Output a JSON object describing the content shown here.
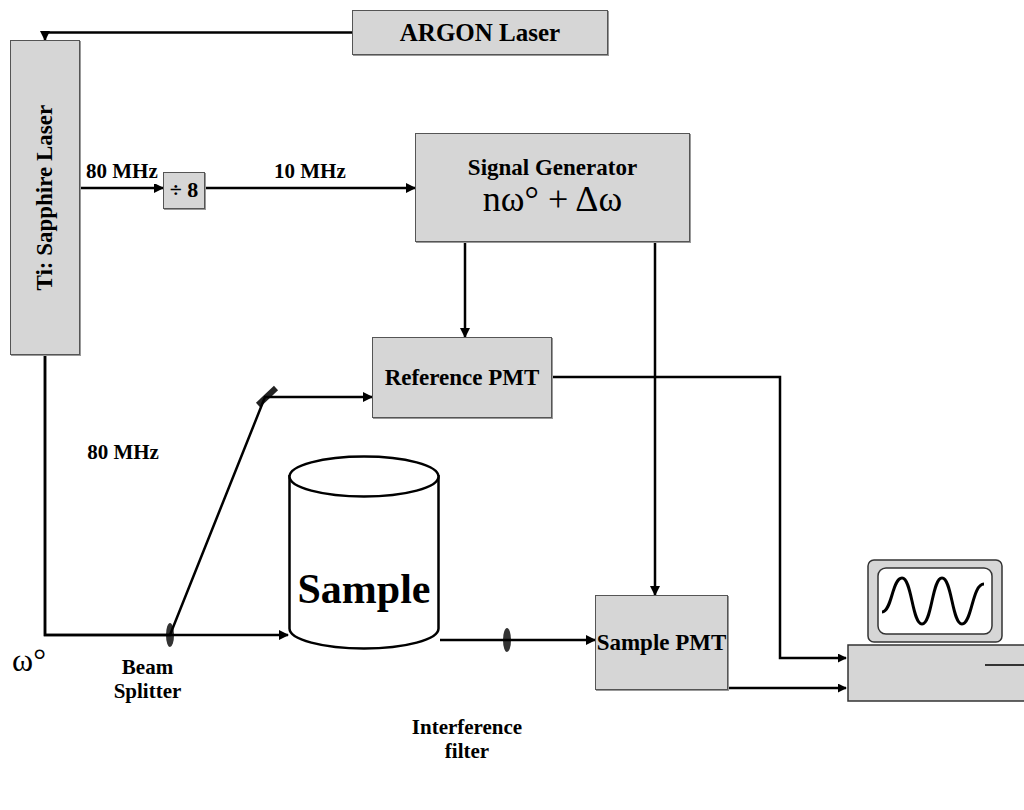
{
  "diagram": {
    "nodes": [
      {
        "text": [
          "ARGON Laser"
        ]
      },
      {
        "text": [
          "Ti: Sapphire Laser"
        ]
      },
      {
        "text": [
          "÷ 8"
        ]
      },
      {
        "text": [
          "Signal Generator",
          "nω° + Δω"
        ]
      },
      {
        "text": [
          "Reference PMT"
        ]
      },
      {
        "text": [
          "Sample"
        ]
      },
      {
        "text": [
          "Sample PMT"
        ]
      }
    ],
    "edges": [
      {
        "from": 0,
        "to": 1,
        "arrow": "to"
      },
      {
        "from": 1,
        "to": 2,
        "arrow": "to",
        "label": "80 MHz"
      },
      {
        "from": 2,
        "to": 3,
        "arrow": "to",
        "label": "10 MHz"
      },
      {
        "from": 3,
        "to": 4,
        "arrow": "to"
      },
      {
        "from": 3,
        "to": 6,
        "arrow": "to"
      },
      {
        "from": 1,
        "to": 5,
        "arrow": "to"
      },
      {
        "from": 1,
        "to": 4,
        "arrow": "to"
      },
      {
        "from": 5,
        "to": 6,
        "arrow": "to"
      }
    ],
    "labels": [
      "80 MHz",
      "ω°",
      "Beam Splitter",
      "Interference filter"
    ]
  }
}
